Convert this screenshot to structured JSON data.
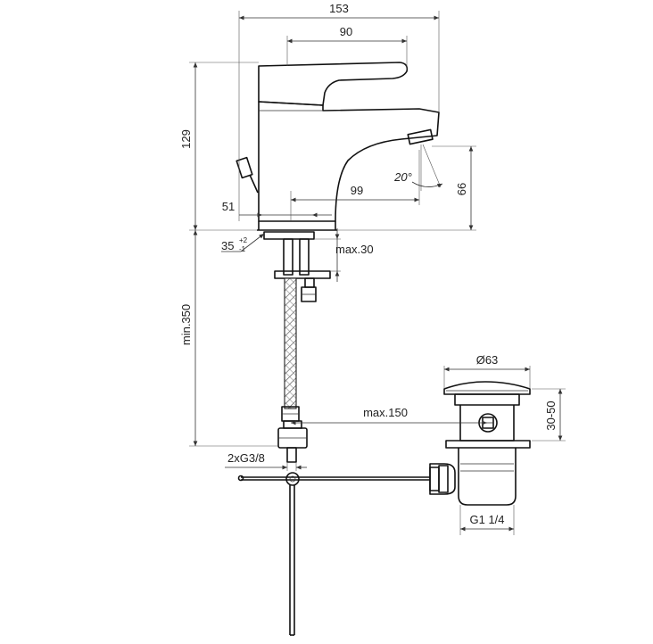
{
  "dimensions": {
    "width_total": "153",
    "handle_length": "90",
    "height": "129",
    "base_diameter": "51",
    "spout_reach": "99",
    "spout_height": "66",
    "angle": "20°",
    "hole_diameter_main": "35",
    "hole_tol_plus": "+2",
    "hole_tol_minus": "-1",
    "deck_max": "max.30",
    "hose_min": "min.350",
    "rod_max": "max.150",
    "connection": "2xG3/8",
    "waste_diameter": "Ø63",
    "waste_height": "30-50",
    "waste_thread": "G1 1/4"
  }
}
